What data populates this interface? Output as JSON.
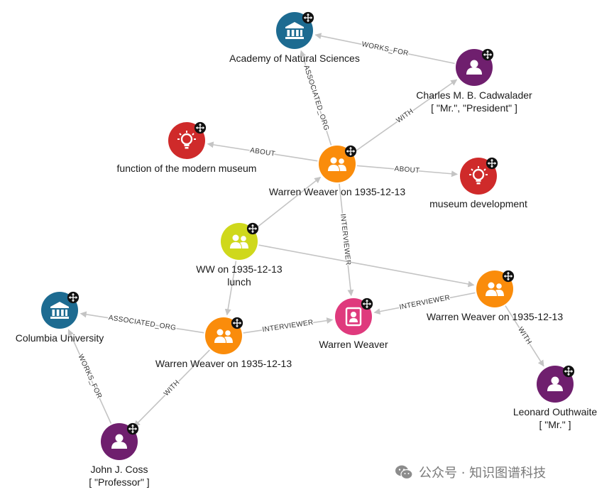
{
  "colors": {
    "organization": "#1d6b91",
    "person": "#6f1f6e",
    "topic": "#cf2a2a",
    "interview": "#fa8c0b",
    "meal": "#cfd81c",
    "interviewer": "#df3a7d",
    "edge": "#c4c4c4",
    "badge": "#111111"
  },
  "graph": {
    "nodes": [
      {
        "id": "ans",
        "label": [
          "Academy of Natural Sciences"
        ],
        "type": "organization",
        "icon": "institution-icon"
      },
      {
        "id": "cmbc",
        "label": [
          "Charles M. B. Cadwalader",
          "[ \"Mr.\", \"President\" ]"
        ],
        "type": "person",
        "icon": "person-icon"
      },
      {
        "id": "fmm",
        "label": [
          "function of the modern museum"
        ],
        "type": "topic",
        "icon": "lightbulb-icon"
      },
      {
        "id": "ww1",
        "label": [
          "Warren Weaver on 1935-12-13"
        ],
        "type": "interview",
        "icon": "group-icon"
      },
      {
        "id": "md",
        "label": [
          "museum development"
        ],
        "type": "topic",
        "icon": "lightbulb-icon"
      },
      {
        "id": "lunch",
        "label": [
          "WW on 1935-12-13",
          "lunch"
        ],
        "type": "meal",
        "icon": "group-icon"
      },
      {
        "id": "ww3",
        "label": [
          "Warren Weaver on 1935-12-13"
        ],
        "type": "interview",
        "icon": "group-icon"
      },
      {
        "id": "cu",
        "label": [
          "Columbia University"
        ],
        "type": "organization",
        "icon": "institution-icon"
      },
      {
        "id": "ww2",
        "label": [
          "Warren Weaver on 1935-12-13"
        ],
        "type": "interview",
        "icon": "group-icon"
      },
      {
        "id": "wweaver",
        "label": [
          "Warren Weaver"
        ],
        "type": "interviewer",
        "icon": "badge-person-icon"
      },
      {
        "id": "lo",
        "label": [
          "Leonard Outhwaite",
          "[ \"Mr.\" ]"
        ],
        "type": "person",
        "icon": "person-icon"
      },
      {
        "id": "jjc",
        "label": [
          "John J. Coss",
          "[ \"Professor\" ]"
        ],
        "type": "person",
        "icon": "person-icon"
      }
    ],
    "edges": [
      {
        "from": "cmbc",
        "to": "ans",
        "label": "WORKS_FOR"
      },
      {
        "from": "ww1",
        "to": "ans",
        "label": "ASSOCIATED_ORG"
      },
      {
        "from": "ww1",
        "to": "cmbc",
        "label": "WITH"
      },
      {
        "from": "ww1",
        "to": "fmm",
        "label": "ABOUT"
      },
      {
        "from": "ww1",
        "to": "md",
        "label": "ABOUT"
      },
      {
        "from": "ww1",
        "to": "wweaver",
        "label": "INTERVIEWER"
      },
      {
        "from": "lunch",
        "to": "ww1",
        "label": ""
      },
      {
        "from": "lunch",
        "to": "ww3",
        "label": ""
      },
      {
        "from": "lunch",
        "to": "ww2",
        "label": ""
      },
      {
        "from": "ww3",
        "to": "wweaver",
        "label": "INTERVIEWER"
      },
      {
        "from": "ww3",
        "to": "lo",
        "label": "WITH"
      },
      {
        "from": "ww2",
        "to": "cu",
        "label": "ASSOCIATED_ORG"
      },
      {
        "from": "ww2",
        "to": "wweaver",
        "label": "INTERVIEWER"
      },
      {
        "from": "ww2",
        "to": "jjc",
        "label": "WITH"
      },
      {
        "from": "jjc",
        "to": "cu",
        "label": "WORKS_FOR"
      }
    ]
  },
  "watermark": {
    "text": "公众号 · 知识图谱科技",
    "icon": "wechat-icon"
  }
}
